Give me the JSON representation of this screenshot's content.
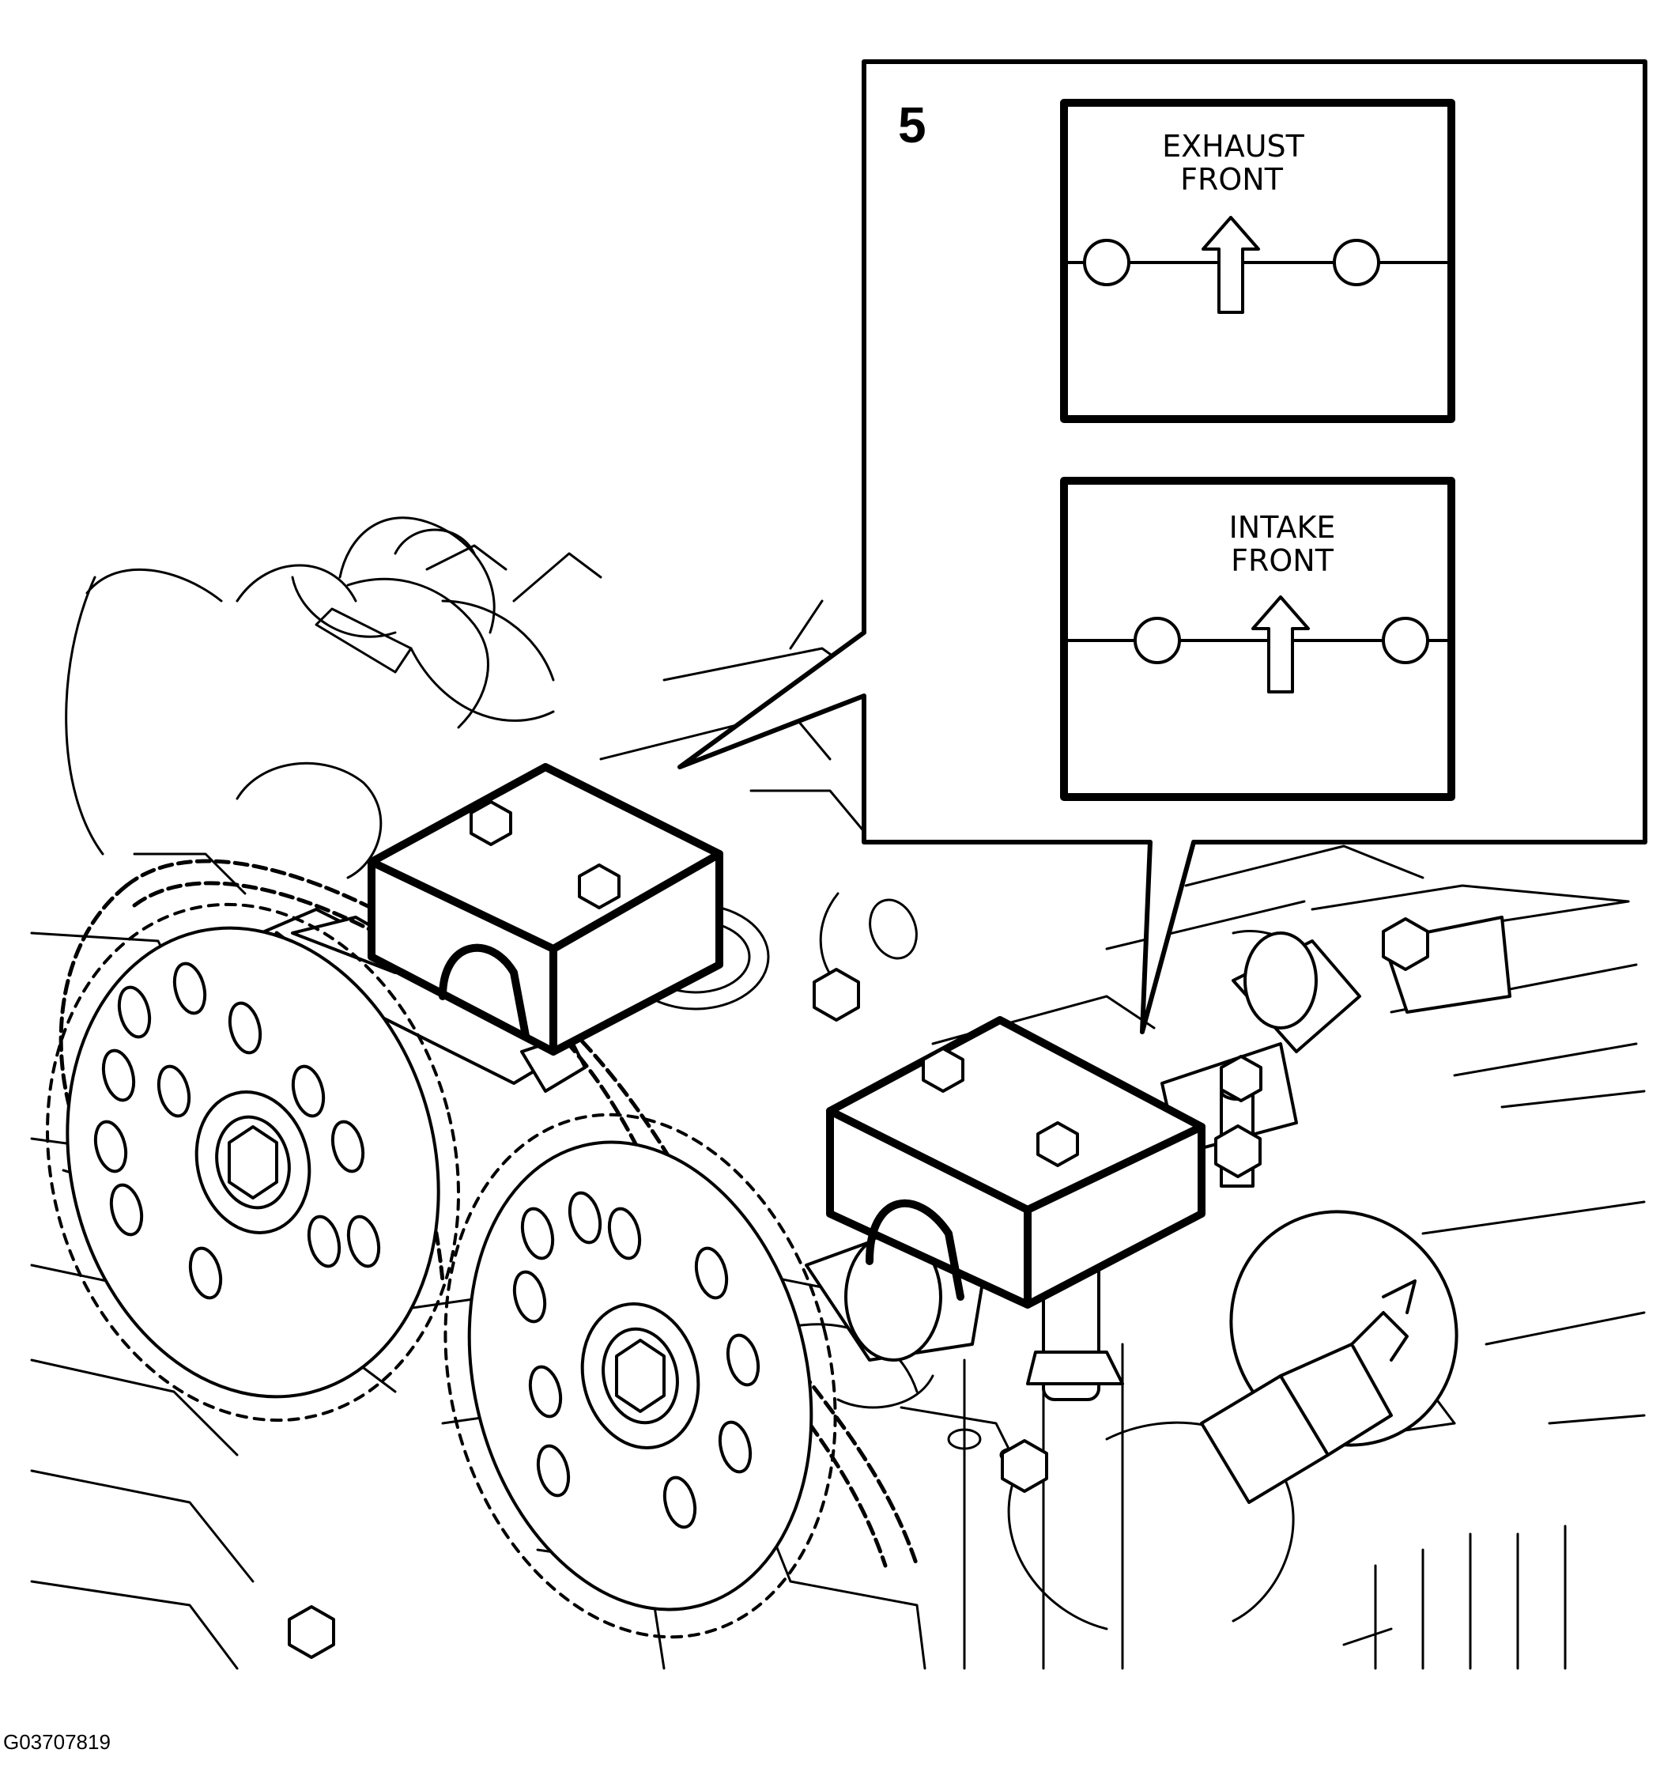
{
  "figure_id": "G03707819",
  "callout": {
    "step_number": "5",
    "exhaust_panel": {
      "line1": "EXHAUST",
      "line2": "FRONT"
    },
    "intake_panel": {
      "line1": "INTAKE",
      "line2": "FRONT"
    }
  },
  "colors": {
    "ink": "#000000",
    "paper": "#ffffff"
  }
}
